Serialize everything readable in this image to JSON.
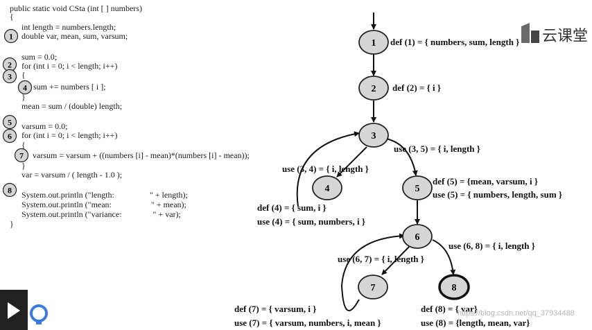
{
  "code": {
    "lines": [
      "public static void CSta (int [ ] numbers)",
      "{",
      "int length = numbers.length;",
      "double var, mean, sum, varsum;",
      "sum = 0.0;",
      "for (int i = 0; i < length; i++)",
      "{",
      "sum += numbers [ i ];",
      "}",
      "mean = sum / (double) length;",
      "varsum = 0.0;",
      "for (int i = 0; i < length; i++)",
      "{",
      "varsum = varsum + ((numbers [i] - mean)*(numbers [i] - mean));",
      "}",
      "var = varsum / ( length - 1.0 );",
      "System.out.println (\"length:                 \" + length);",
      "System.out.println (\"mean:                   \" + mean);",
      "System.out.println (\"variance:               \" + var);",
      "}"
    ],
    "markers": [
      "1",
      "2",
      "3",
      "4",
      "5",
      "6",
      "7",
      "8"
    ]
  },
  "graph": {
    "nodes": [
      "1",
      "2",
      "3",
      "4",
      "5",
      "6",
      "7",
      "8"
    ],
    "annotations": [
      "def (1) = { numbers, sum, length }",
      "def (2) = { i }",
      "use (3, 5) = { i, length }",
      "use (3, 4) = { i, length }",
      "def (5) = {mean, varsum, i }",
      "use (5) = { numbers, length, sum }",
      "def (4) = { sum, i }",
      "use (4) = { sum, numbers, i }",
      "use (6, 8) = { i, length }",
      "use (6, 7) = { i, length }",
      "def (7) = { varsum, i }",
      "use (7) = { varsum, numbers, i, mean }",
      "def (8) = { var}",
      "use (8) = {length, mean, var}"
    ]
  },
  "watermark": {
    "brand": "云课堂",
    "url": "https://blog.csdn.net/qq_37934488"
  }
}
